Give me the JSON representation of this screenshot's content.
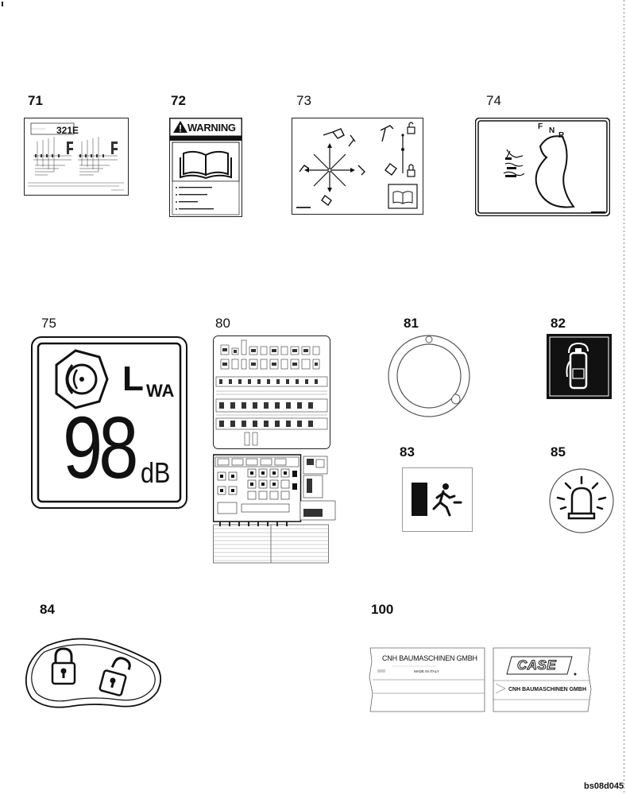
{
  "labels": {
    "l71": "71",
    "l72": "72",
    "l73": "73",
    "l74": "74",
    "l75": "75",
    "l80": "80",
    "l81": "81",
    "l82": "82",
    "l83": "83",
    "l85": "85",
    "l84": "84",
    "l100": "100"
  },
  "decal71": {
    "type": "321E"
  },
  "decal72": {
    "heading": "WARNING"
  },
  "decal74": {
    "f": "F",
    "n": "N",
    "r": "R"
  },
  "decal75": {
    "lwa_l": "L",
    "lwa_sub": "WA",
    "value": "98",
    "unit": "dB"
  },
  "decal100": {
    "company": "CNH BAUMASCHINEN GMBH",
    "made_in": "MADE IN ITALY",
    "brand": "CASE",
    "company2": "CNH BAUMASCHINEN GMBH"
  },
  "figure_id": "bs08d045"
}
